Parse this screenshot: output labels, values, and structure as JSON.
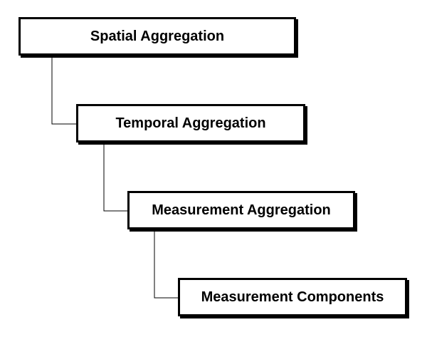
{
  "diagram": {
    "nodes": [
      {
        "id": "spatial",
        "label": "Spatial Aggregation"
      },
      {
        "id": "temporal",
        "label": "Temporal Aggregation"
      },
      {
        "id": "measurement",
        "label": "Measurement Aggregation"
      },
      {
        "id": "components",
        "label": "Measurement Components"
      }
    ],
    "edges": [
      {
        "from": "spatial",
        "to": "temporal"
      },
      {
        "from": "temporal",
        "to": "measurement"
      },
      {
        "from": "measurement",
        "to": "components"
      }
    ]
  }
}
